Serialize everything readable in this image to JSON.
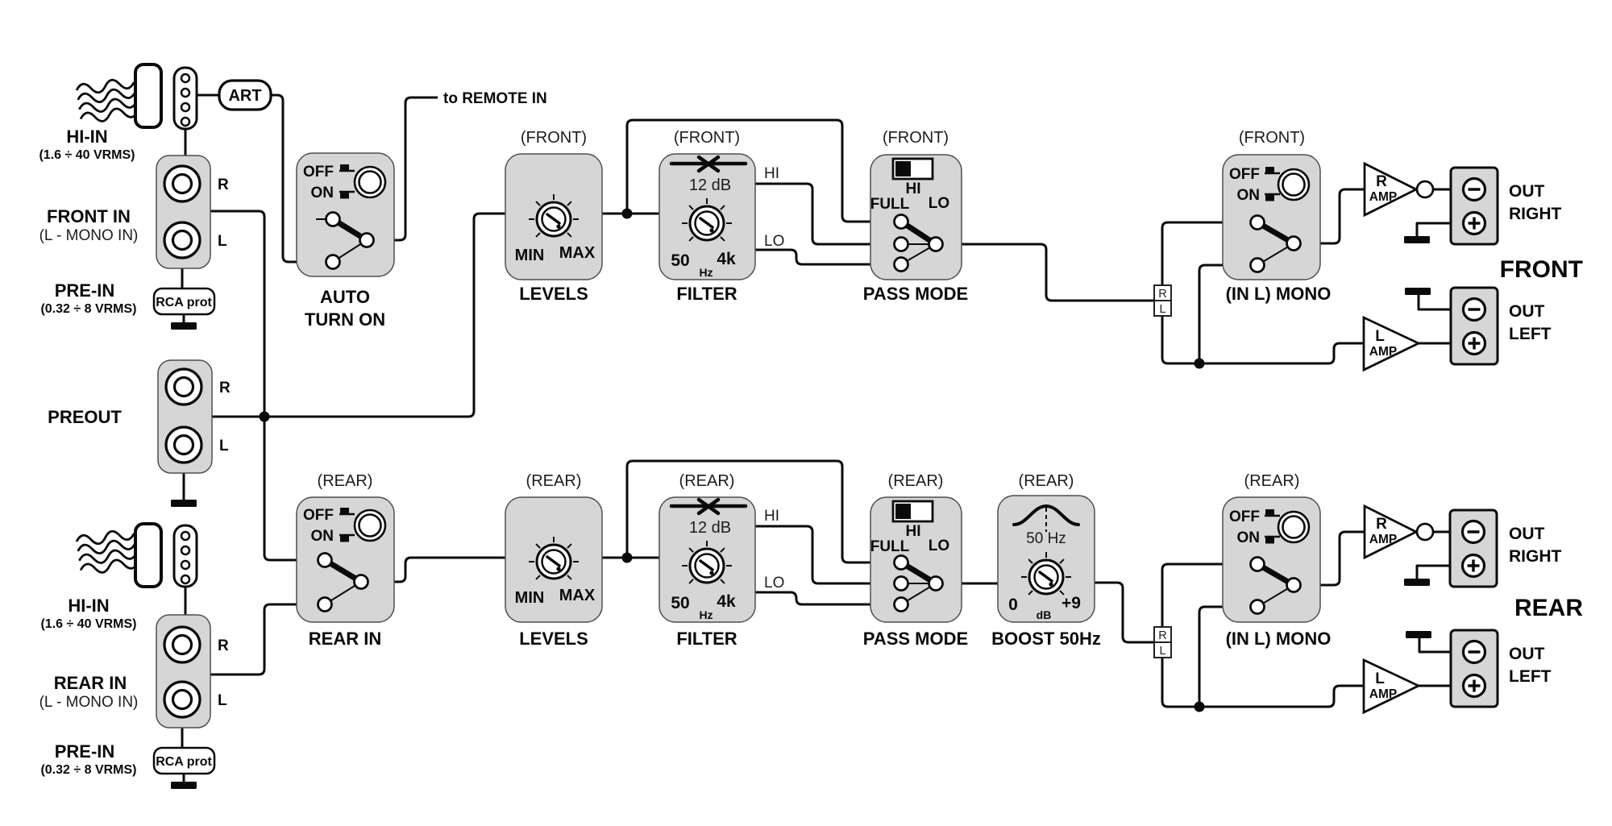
{
  "front_inputs": {
    "hi_in": "HI-IN",
    "hi_range": "(1.6 ÷ 40 VRMS)",
    "name": "FRONT IN",
    "mono_note": "(L - MONO IN)",
    "pre_in": "PRE-IN",
    "pre_range": "(0.32 ÷ 8 VRMS)",
    "rca_prot": "RCA prot",
    "port_r": "R",
    "port_l": "L",
    "art": "ART"
  },
  "preout": {
    "label": "PREOUT",
    "port_r": "R",
    "port_l": "L"
  },
  "rear_inputs": {
    "hi_in": "HI-IN",
    "hi_range": "(1.6 ÷ 40 VRMS)",
    "name": "REAR IN",
    "mono_note": "(L - MONO IN)",
    "pre_in": "PRE-IN",
    "pre_range": "(0.32 ÷ 8 VRMS)",
    "rca_prot": "RCA prot",
    "port_r": "R",
    "port_l": "L"
  },
  "remote_label": "to REMOTE IN",
  "auto_turn_on": {
    "off": "OFF",
    "on": "ON",
    "line1": "AUTO",
    "line2": "TURN ON"
  },
  "rear_in_switch": {
    "off": "OFF",
    "on": "ON",
    "label": "REAR IN"
  },
  "front": {
    "region": "(FRONT)",
    "levels": {
      "label": "LEVELS",
      "min": "MIN",
      "max": "MAX"
    },
    "filter": {
      "label": "FILTER",
      "slope": "12 dB",
      "f_min": "50",
      "f_unit": "Hz",
      "f_max": "4k",
      "out_hi": "HI",
      "out_lo": "LO"
    },
    "pass_mode": {
      "label": "PASS MODE",
      "hi": "HI",
      "full": "FULL",
      "lo": "LO"
    },
    "mono": {
      "label": "(IN L) MONO",
      "off": "OFF",
      "on": "ON"
    },
    "splitter": {
      "r": "R",
      "l": "L"
    },
    "amp_r": {
      "ch": "R",
      "word": "AMP"
    },
    "amp_l": {
      "ch": "L",
      "word": "AMP"
    },
    "out_right": {
      "line1": "OUT",
      "line2": "RIGHT"
    },
    "out_left": {
      "line1": "OUT",
      "line2": "LEFT"
    },
    "group": "FRONT"
  },
  "rear": {
    "region": "(REAR)",
    "levels": {
      "label": "LEVELS",
      "min": "MIN",
      "max": "MAX"
    },
    "filter": {
      "label": "FILTER",
      "slope": "12 dB",
      "f_min": "50",
      "f_unit": "Hz",
      "f_max": "4k",
      "out_hi": "HI",
      "out_lo": "LO"
    },
    "pass_mode": {
      "label": "PASS MODE",
      "hi": "HI",
      "full": "FULL",
      "lo": "LO"
    },
    "boost": {
      "label": "BOOST 50Hz",
      "freq": "50 Hz",
      "min": "0",
      "unit": "dB",
      "max": "+9"
    },
    "mono": {
      "label": "(IN L) MONO",
      "off": "OFF",
      "on": "ON"
    },
    "splitter": {
      "r": "R",
      "l": "L"
    },
    "amp_r": {
      "ch": "R",
      "word": "AMP"
    },
    "amp_l": {
      "ch": "L",
      "word": "AMP"
    },
    "out_right": {
      "line1": "OUT",
      "line2": "RIGHT"
    },
    "out_left": {
      "line1": "OUT",
      "line2": "LEFT"
    },
    "group": "REAR"
  },
  "colors": {
    "block_fill": "#d6d6d6",
    "line": "#0a0a0a",
    "background": "#ffffff"
  }
}
